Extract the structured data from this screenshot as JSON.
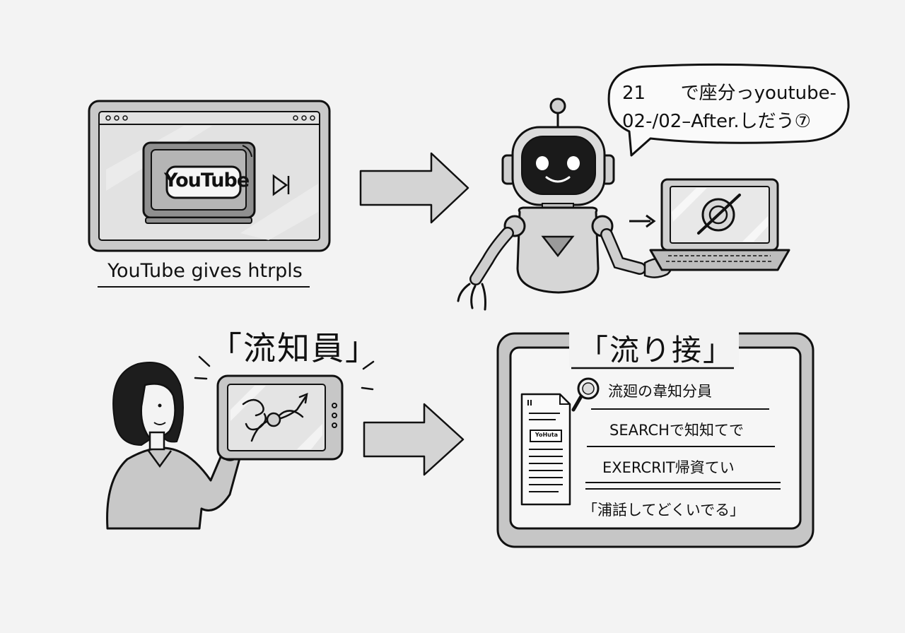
{
  "panel_top_left": {
    "player_logo": "YouTube",
    "caption": "YouTube gives htrpls"
  },
  "panel_top_right": {
    "speech_line_1": "21      で座分っyoutube-",
    "speech_line_2": "02-/02–After.しだう⑦"
  },
  "panel_bottom_left": {
    "quote": "「流知員」"
  },
  "panel_bottom_right": {
    "title": "「流り接」",
    "document_label": "YoHuta",
    "rows": [
      "流廻の韋知分員",
      "SEARCHで知知てで",
      "EXERCRIT帰資てい",
      "「浦話してどくいでる」"
    ]
  }
}
